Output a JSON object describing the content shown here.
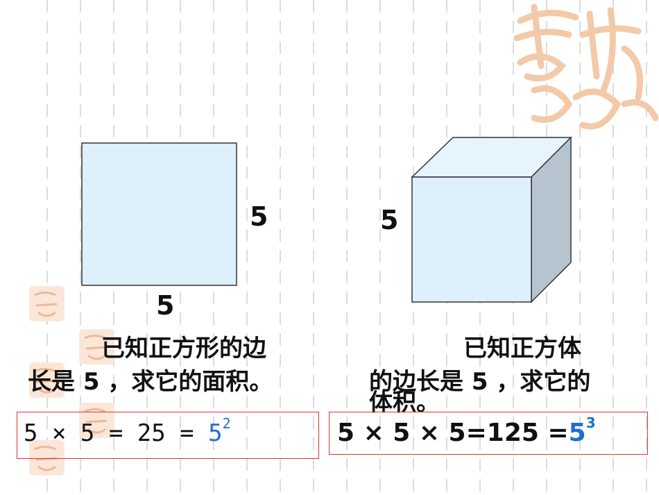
{
  "square": {
    "side_right_label": "5",
    "side_bottom_label": "5",
    "question_line1": "已知正方形的边",
    "question_line2": "长是 5 ，求它的面积。",
    "formula_main": "5 × 5 = 25 = ",
    "formula_base": "5",
    "formula_exp": "2"
  },
  "cube": {
    "side_label": "5",
    "question_line1": "已知正方体",
    "question_line2": "的边长是 5 ，求它的",
    "question_line3": "体积。",
    "formula_main": "5 × 5 × 5=125 =",
    "formula_base": "5",
    "formula_exp": "3"
  },
  "colors": {
    "face_front": "#ddf0fb",
    "face_top": "#e6f4fc",
    "face_side": "#b6c4cf",
    "box_border": "#dd3333",
    "answer_blue": "#1f6fd1",
    "seal": "#f3c9a8"
  }
}
